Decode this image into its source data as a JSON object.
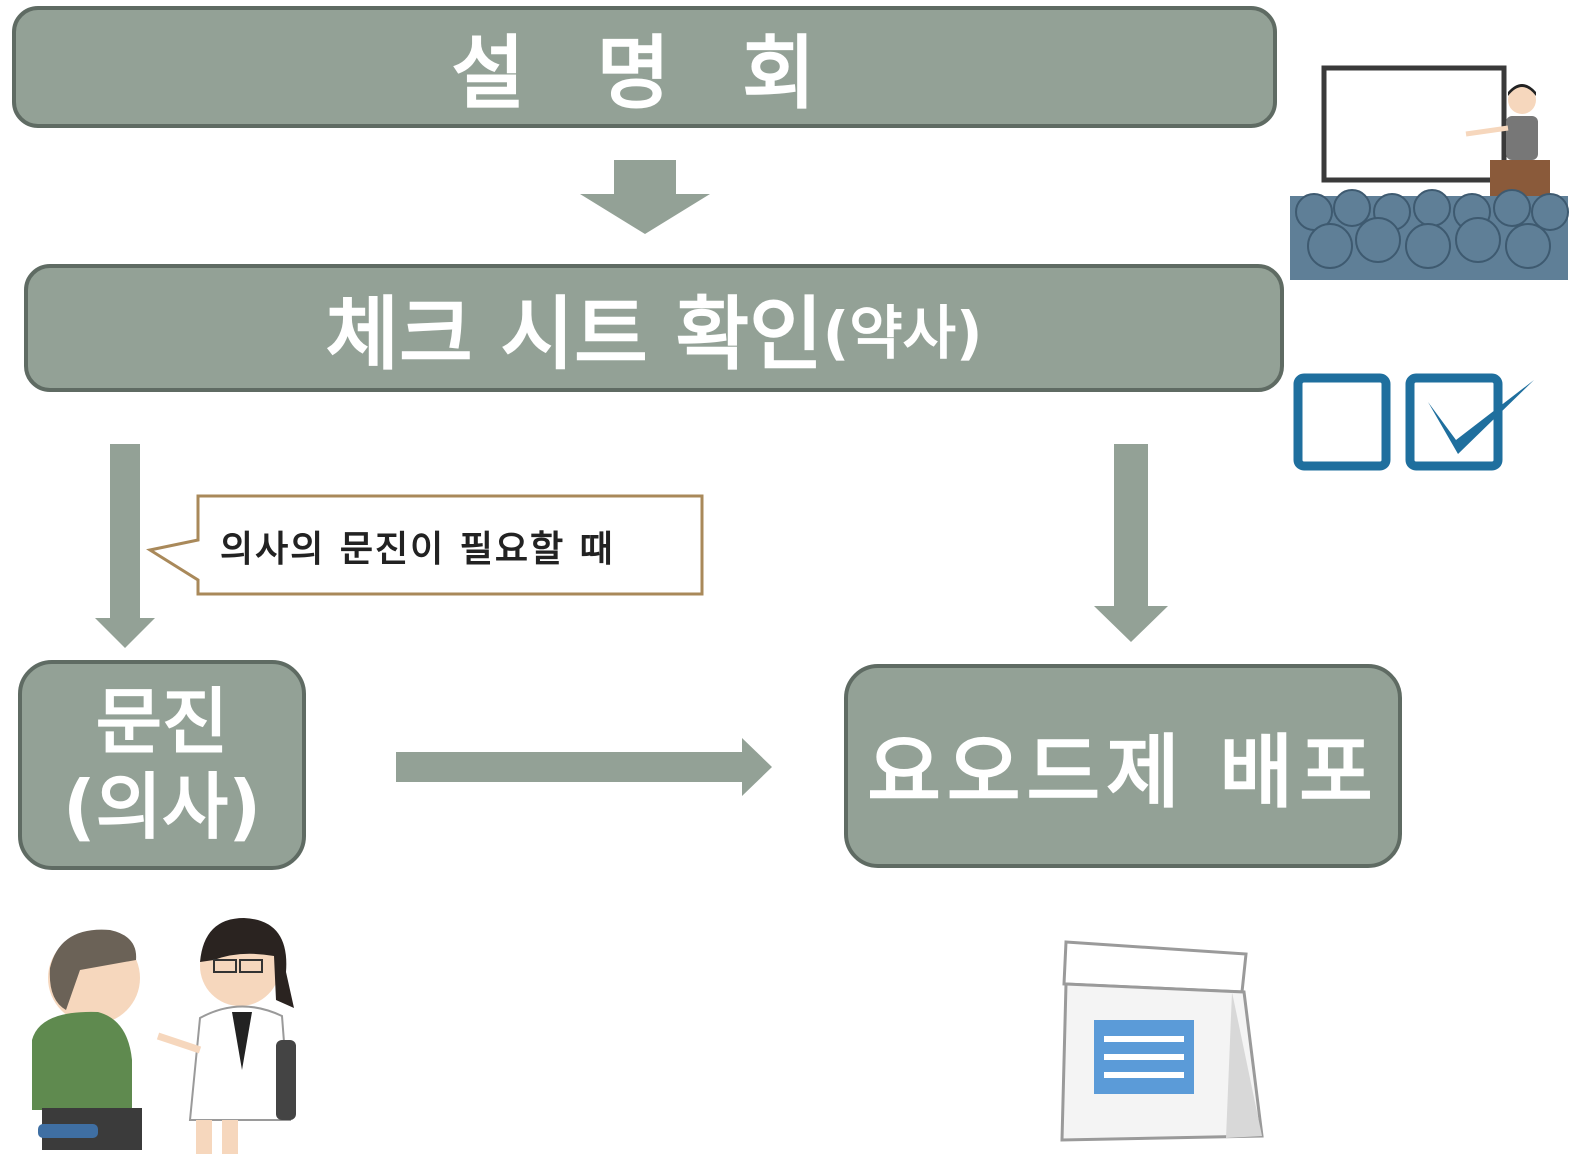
{
  "steps": {
    "briefing": "설 명 회",
    "checksheet_main": "체크 시트 확인",
    "checksheet_sub": "(약사)",
    "interview_line1": "문진",
    "interview_line2": "(의사)",
    "distribution": "요오드제 배포"
  },
  "callout": {
    "text": "의사의 문진이 필요할 때"
  },
  "icons": [
    "presentation-audience-icon",
    "checkbox-icons",
    "doctor-patient-icon",
    "medicine-bag-icon"
  ],
  "colors": {
    "box_fill": "#93a196",
    "box_border": "#5f6b63",
    "arrow": "#93a196",
    "callout_border": "#a9895a",
    "checkbox_blue": "#1f6f9e"
  }
}
